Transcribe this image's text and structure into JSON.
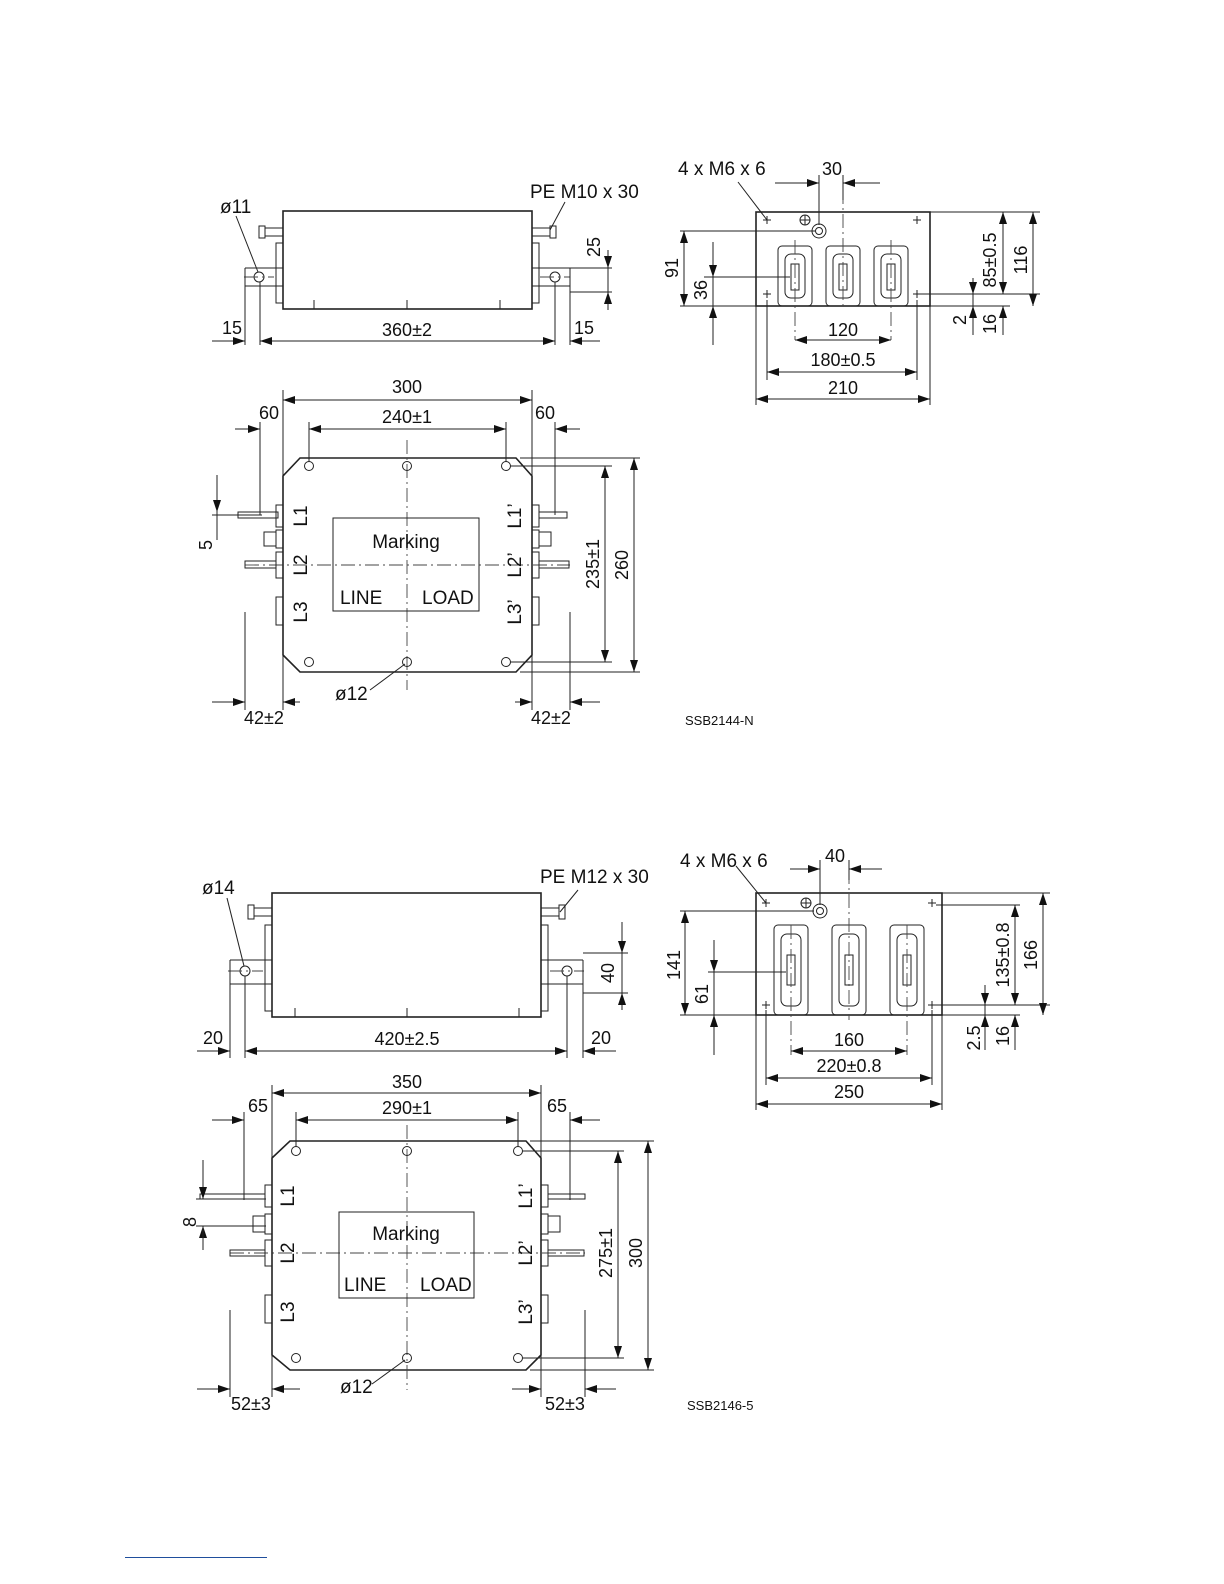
{
  "drawings": [
    {
      "code": "SSB2144-N",
      "side": {
        "hole": "ø11",
        "pe": "PE M10 x 30",
        "height": "25",
        "left_offset": "15",
        "length": "360±2",
        "right_offset": "15"
      },
      "end": {
        "threads": "4 x M6 x 6",
        "pe_offset": "30",
        "height_total": "91",
        "terminal_height": "36",
        "inner_height": "85±0.5",
        "outer_height": "116",
        "foot_thickness": "2",
        "foot_height": "16",
        "terminal_pitch": "120",
        "mount_spacing": "180±0.5",
        "width": "210"
      },
      "top": {
        "width": "300",
        "left_flange": "60",
        "center_spacing": "240±1",
        "right_flange": "60",
        "terminal_offset": "5",
        "hole_spacing": "235±1",
        "depth": "260",
        "hole": "ø12",
        "left_terminal": "42±2",
        "right_terminal": "42±2",
        "marking": "Marking",
        "line": "LINE",
        "load": "LOAD",
        "terminals_line": [
          "L1",
          "L2",
          "L3"
        ],
        "terminals_load": [
          "L1’",
          "L2’",
          "L3’"
        ]
      }
    },
    {
      "code": "SSB2146-5",
      "side": {
        "hole": "ø14",
        "pe": "PE M12 x 30",
        "height": "40",
        "left_offset": "20",
        "length": "420±2.5",
        "right_offset": "20"
      },
      "end": {
        "threads": "4 x M6 x 6",
        "pe_offset": "40",
        "height_total": "141",
        "terminal_height": "61",
        "inner_height": "135±0.8",
        "outer_height": "166",
        "foot_thickness": "2.5",
        "foot_height": "16",
        "terminal_pitch": "160",
        "mount_spacing": "220±0.8",
        "width": "250"
      },
      "top": {
        "width": "350",
        "left_flange": "65",
        "center_spacing": "290±1",
        "right_flange": "65",
        "terminal_offset": "8",
        "hole_spacing": "275±1",
        "depth": "300",
        "hole": "ø12",
        "left_terminal": "52±3",
        "right_terminal": "52±3",
        "marking": "Marking",
        "line": "LINE",
        "load": "LOAD",
        "terminals_line": [
          "L1",
          "L2",
          "L3"
        ],
        "terminals_load": [
          "L1’",
          "L2’",
          "L3’"
        ]
      }
    }
  ]
}
